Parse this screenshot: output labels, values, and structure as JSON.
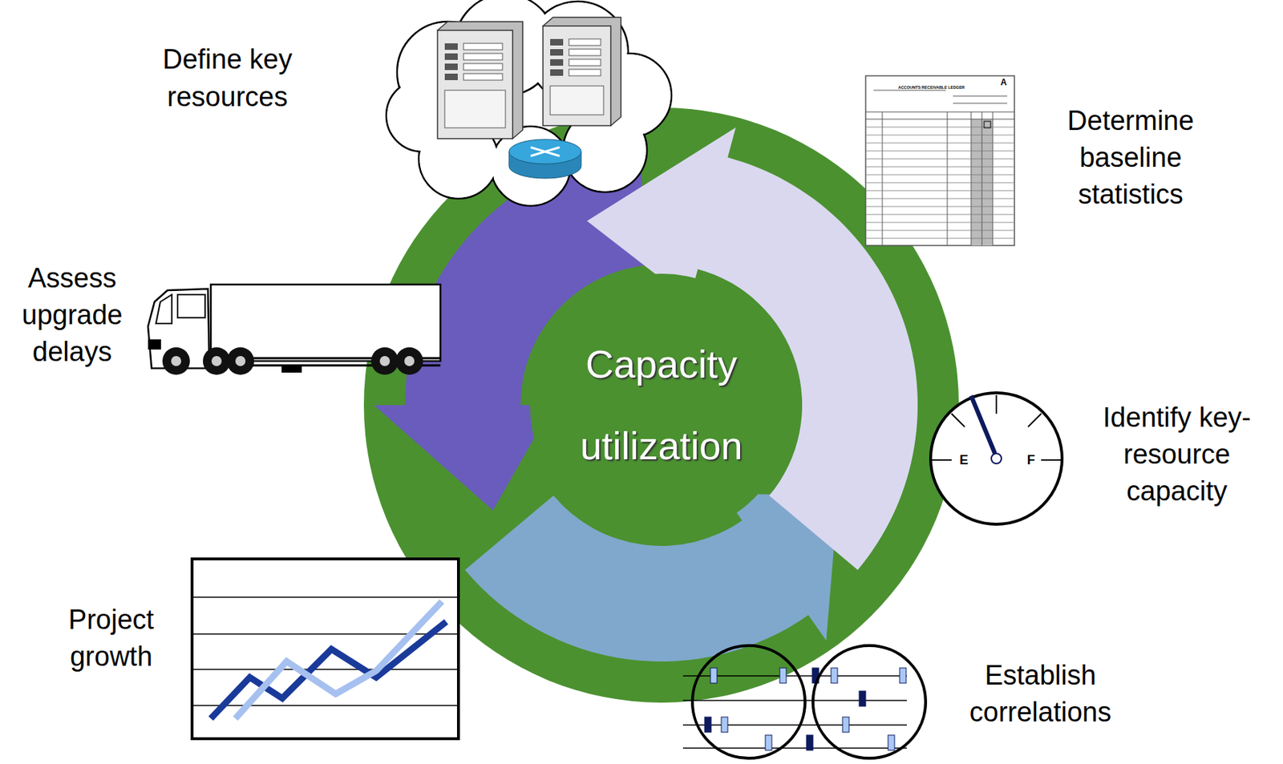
{
  "diagram": {
    "nodes": [
      {
        "text": [
          "Capacity utilization"
        ]
      }
    ],
    "labels": [
      "Define key resources",
      "Determine baseline statistics",
      "A",
      "ACCOUNTS RECEIVABLE LEDGER",
      "Assess upgrade delays",
      "Identify key-resource capacity",
      "E",
      "F",
      "Project growth",
      "Establish correlations"
    ]
  }
}
